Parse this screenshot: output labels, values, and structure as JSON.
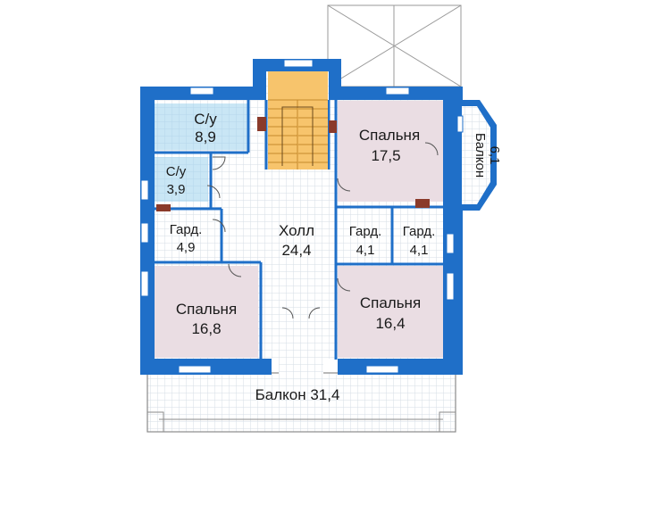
{
  "rooms": {
    "wc1": {
      "name": "С/у",
      "area": "8,9"
    },
    "wc2": {
      "name": "С/у",
      "area": "3,9"
    },
    "gard1": {
      "name": "Гард.",
      "area": "4,9"
    },
    "hall": {
      "name": "Холл",
      "area": "24,4"
    },
    "gard2": {
      "name": "Гард.",
      "area": "4,1"
    },
    "gard3": {
      "name": "Гард.",
      "area": "4,1"
    },
    "bed1": {
      "name": "Спальня",
      "area": "17,5"
    },
    "bed2": {
      "name": "Спальня",
      "area": "16,8"
    },
    "bed3": {
      "name": "Спальня",
      "area": "16,4"
    },
    "balcony_small": {
      "name": "Балкон",
      "area": "6,1"
    },
    "balcony_big": {
      "label": "Балкон 31,4"
    }
  },
  "colors": {
    "wall": "#1f6fc8",
    "wet_floor": "#c9e6f5",
    "bedroom_floor": "#eadde3",
    "stair": "#f7c46c",
    "grid": "#d5dde6"
  }
}
